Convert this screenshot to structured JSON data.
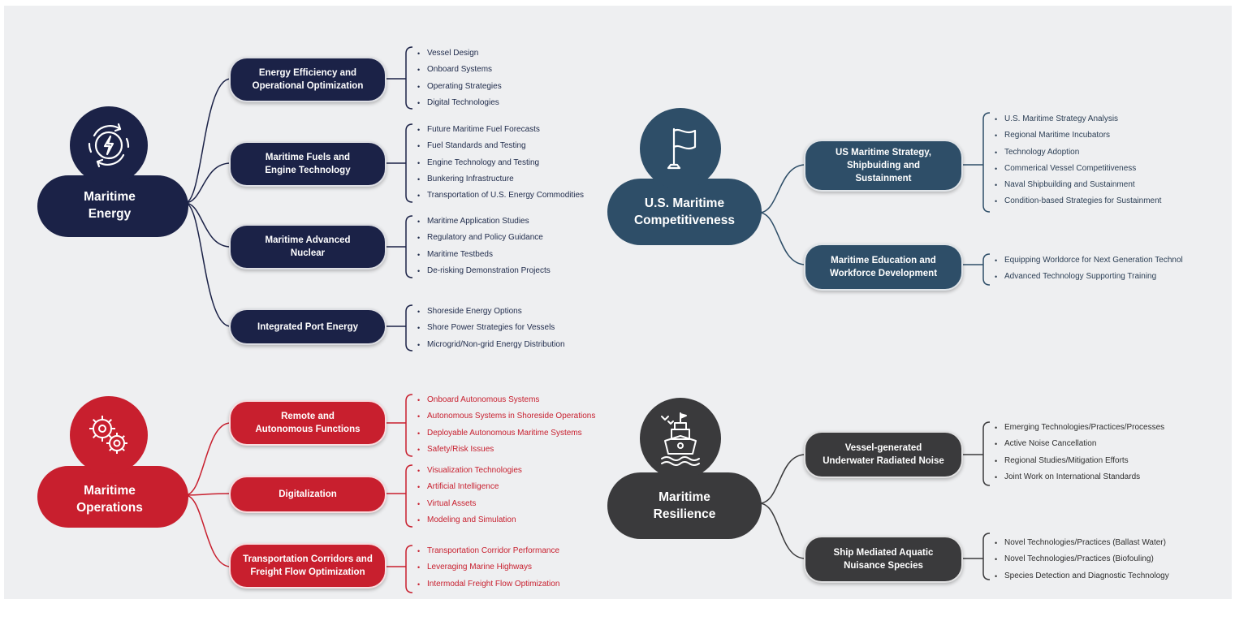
{
  "colors": {
    "energy": "#1b2247",
    "competitiveness": "#2e4e68",
    "operations": "#c81f2e",
    "resilience": "#3a3a3c",
    "background": "#eeeff1"
  },
  "hubs": {
    "energy": {
      "title": "Maritime Energy",
      "line1": "Maritime",
      "line2": "Energy",
      "icon": "lightning-cycle-icon"
    },
    "competitiveness": {
      "line1": "U.S. Maritime",
      "line2": "Competitiveness",
      "icon": "flag-icon"
    },
    "operations": {
      "line1": "Maritime",
      "line2": "Operations",
      "icon": "gears-icon"
    },
    "resilience": {
      "line1": "Maritime",
      "line2": "Resilience",
      "icon": "ship-icon"
    }
  },
  "energy": {
    "branches": [
      {
        "line1": "Energy Efficiency and",
        "line2": "Operational Optimization",
        "items": [
          "Vessel Design",
          "Onboard Systems",
          "Operating Strategies",
          "Digital Technologies"
        ]
      },
      {
        "line1": "Maritime Fuels and",
        "line2": "Engine Technology",
        "items": [
          "Future Maritime Fuel Forecasts",
          "Fuel Standards and Testing",
          "Engine Technology and Testing",
          "Bunkering Infrastructure",
          "Transportation of U.S. Energy Commodities"
        ]
      },
      {
        "line1": "Maritime Advanced",
        "line2": "Nuclear",
        "items": [
          "Maritime Application Studies",
          "Regulatory and Policy Guidance",
          "Maritime Testbeds",
          "De-risking Demonstration Projects"
        ]
      },
      {
        "line1": "Integrated Port Energy",
        "line2": "",
        "items": [
          "Shoreside Energy Options",
          "Shore Power Strategies for Vessels",
          "Microgrid/Non-grid Energy Distribution"
        ]
      }
    ]
  },
  "competitiveness": {
    "branches": [
      {
        "line1": "US Maritime Strategy,",
        "line2": "Shipbuiding and",
        "line3": "Sustainment",
        "items": [
          "U.S. Maritime Strategy Analysis",
          "Regional Maritime Incubators",
          "Technology Adoption",
          "Commerical Vessel Competitiveness",
          "Naval Shipbuilding and Sustainment",
          "Condition-based Strategies for Sustainment"
        ]
      },
      {
        "line1": "Maritime Education and",
        "line2": "Workforce Development",
        "items": [
          "Equipping Worldorce for Next Generation Technol",
          "Advanced Technology Supporting Training"
        ]
      }
    ]
  },
  "operations": {
    "branches": [
      {
        "line1": "Remote and",
        "line2": "Autonomous Functions",
        "items": [
          "Onboard Autonomous Systems",
          "Autonomous Systems in Shoreside Operations",
          "Deployable Autonomous Maritime Systems",
          "Safety/Risk Issues"
        ]
      },
      {
        "line1": "Digitalization",
        "line2": "",
        "items": [
          "Visualization Technologies",
          "Artificial Intelligence",
          "Virtual Assets",
          "Modeling and Simulation"
        ]
      },
      {
        "line1": "Transportation Corridors and",
        "line2": "Freight Flow Optimization",
        "items": [
          "Transportation Corridor Performance",
          "Leveraging Marine Highways",
          "Intermodal Freight Flow Optimization"
        ]
      }
    ]
  },
  "resilience": {
    "branches": [
      {
        "line1": "Vessel-generated",
        "line2": "Underwater Radiated Noise",
        "items": [
          "Emerging Technologies/Practices/Processes",
          "Active Noise Cancellation",
          "Regional Studies/Mitigation Efforts",
          "Joint Work on International Standards"
        ]
      },
      {
        "line1": "Ship Mediated Aquatic",
        "line2": "Nuisance Species",
        "items": [
          "Novel Technologies/Practices (Ballast Water)",
          "Novel Technologies/Practices (Biofouling)",
          "Species Detection and Diagnostic Technology"
        ]
      }
    ]
  }
}
